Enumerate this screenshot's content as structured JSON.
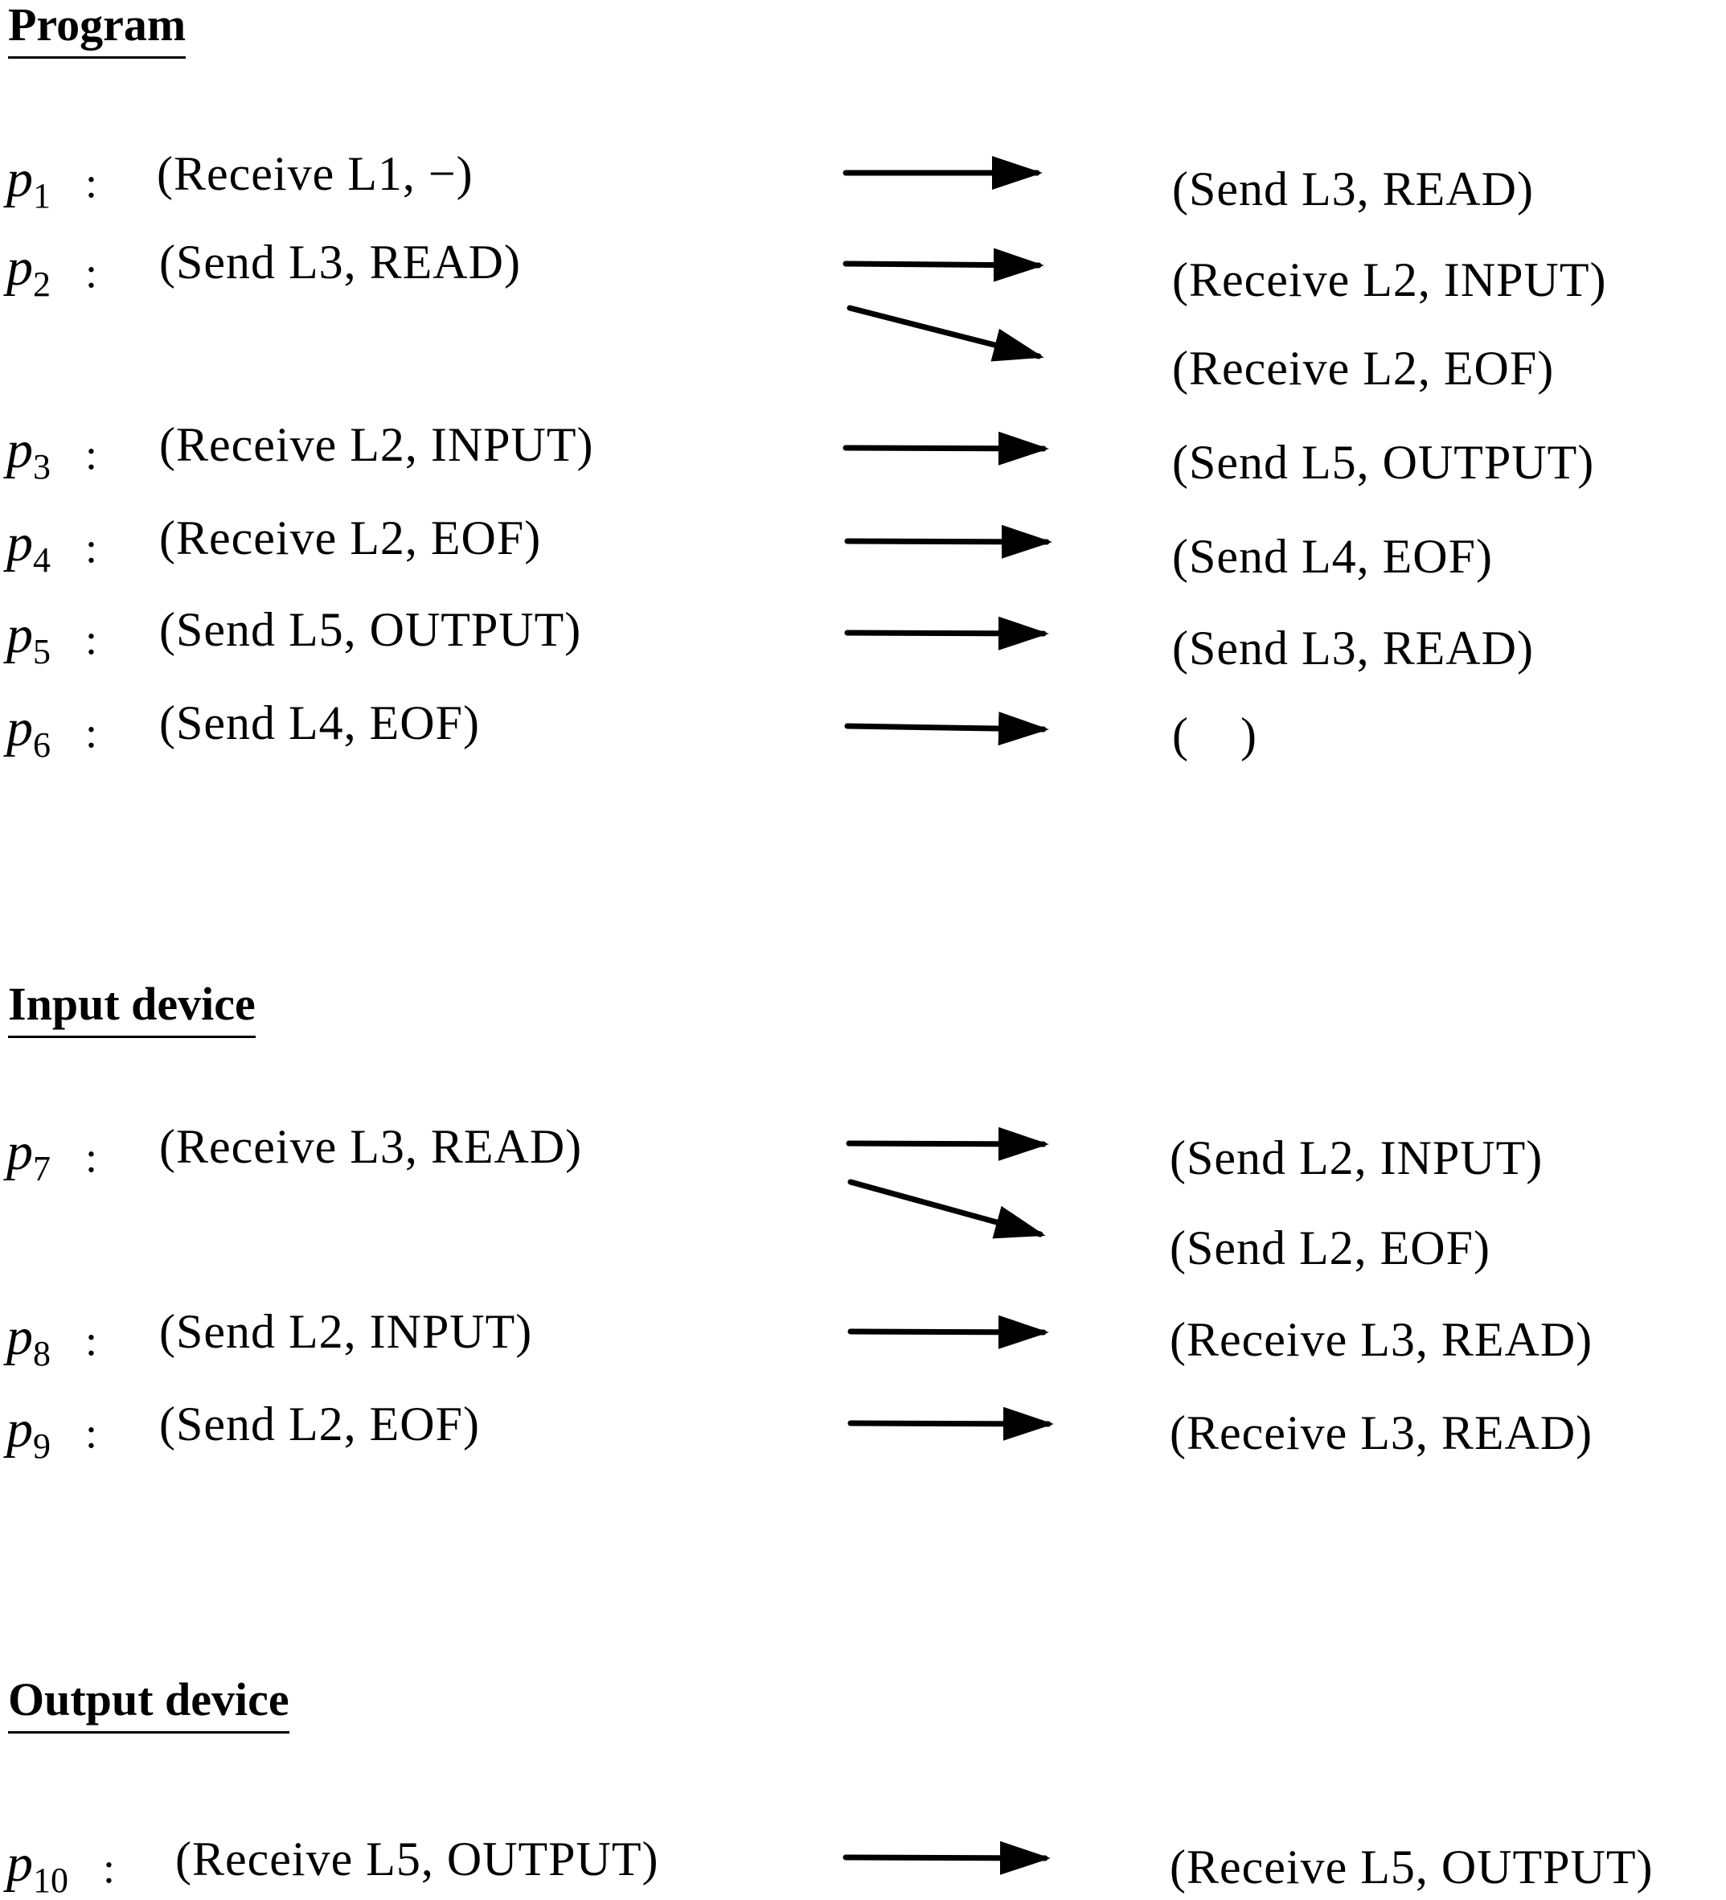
{
  "sections": [
    {
      "heading": "Program",
      "rows": [
        {
          "label": "p",
          "sub": "1",
          "from": "(Receive L1, −)",
          "to": [
            "(Send L3, READ)"
          ]
        },
        {
          "label": "p",
          "sub": "2",
          "from": "(Send L3, READ)",
          "to": [
            "(Receive L2, INPUT)",
            "(Receive L2, EOF)"
          ]
        },
        {
          "label": "p",
          "sub": "3",
          "from": "(Receive L2, INPUT)",
          "to": [
            "(Send L5, OUTPUT)"
          ]
        },
        {
          "label": "p",
          "sub": "4",
          "from": "(Receive L2, EOF)",
          "to": [
            "(Send L4, EOF)"
          ]
        },
        {
          "label": "p",
          "sub": "5",
          "from": "(Send L5, OUTPUT)",
          "to": [
            "(Send L3, READ)"
          ]
        },
        {
          "label": "p",
          "sub": "6",
          "from": "(Send L4, EOF)",
          "to": [
            "(    )"
          ]
        }
      ]
    },
    {
      "heading": "Input device",
      "rows": [
        {
          "label": "p",
          "sub": "7",
          "from": "(Receive L3, READ)",
          "to": [
            "(Send L2, INPUT)",
            "(Send L2, EOF)"
          ]
        },
        {
          "label": "p",
          "sub": "8",
          "from": "(Send L2, INPUT)",
          "to": [
            "(Receive L3, READ)"
          ]
        },
        {
          "label": "p",
          "sub": "9",
          "from": "(Send L2, EOF)",
          "to": [
            "(Receive L3, READ)"
          ]
        }
      ]
    },
    {
      "heading": "Output device",
      "rows": [
        {
          "label": "p",
          "sub": "10",
          "from": "(Receive L5, OUTPUT)",
          "to": [
            "(Receive L5, OUTPUT)"
          ]
        }
      ]
    }
  ],
  "colon": ":"
}
